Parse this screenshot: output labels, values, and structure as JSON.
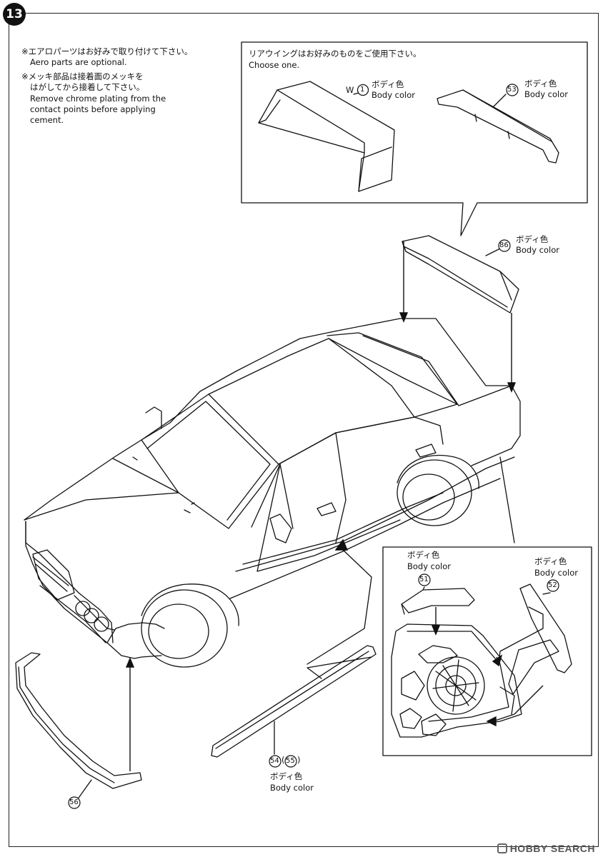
{
  "step": {
    "number": "13"
  },
  "notes": {
    "aero_jp": "※エアロパーツはお好みで取り付けて下さい。",
    "aero_en": "Aero parts are optional.",
    "chrome_jp_1": "※メッキ部品は接着面のメッキを",
    "chrome_jp_2": "はがしてから接着して下さい。",
    "chrome_en_1": "Remove chrome plating from the",
    "chrome_en_2": "contact points before applying",
    "chrome_en_3": "cement."
  },
  "wing_box": {
    "title_jp": "リアウイングはお好みのものをご使用下さい。",
    "title_en": "Choose one."
  },
  "parts": {
    "w1": {
      "prefix": "W",
      "number": "1",
      "color_jp": "ボディ色",
      "color_en": "Body color"
    },
    "p53": {
      "number": "53",
      "color_jp": "ボディ色",
      "color_en": "Body color"
    },
    "p86": {
      "number": "86",
      "color_jp": "ボディ色",
      "color_en": "Body color"
    },
    "p51": {
      "number": "51",
      "color_jp": "ボディ色",
      "color_en": "Body color"
    },
    "p52": {
      "number": "52",
      "color_jp": "ボディ色",
      "color_en": "Body color"
    },
    "p54": {
      "number": "54",
      "alt": "55",
      "color_jp": "ボディ色",
      "color_en": "Body color"
    },
    "p56": {
      "number": "56"
    }
  },
  "watermark": {
    "text": "HOBBY SEARCH"
  },
  "colors": {
    "ink": "#111111",
    "background": "#ffffff"
  }
}
